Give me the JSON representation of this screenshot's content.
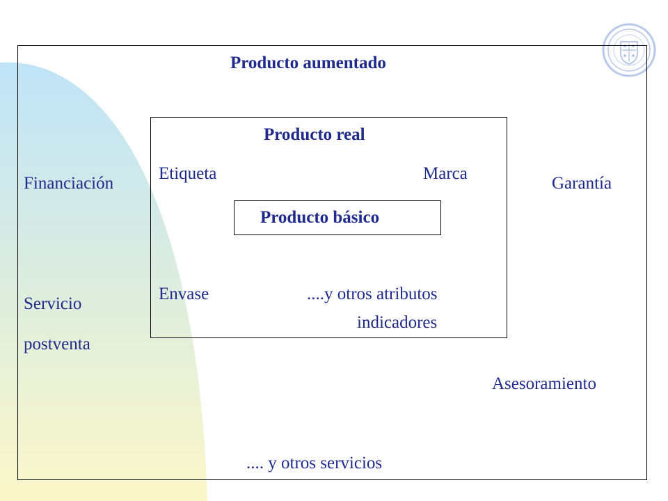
{
  "colors": {
    "text": "#1f2a8c",
    "frame": "#000000",
    "gradient_top": "#bfe3f7",
    "gradient_bottom": "#fbf7c9",
    "seal": "#b9c8ea"
  },
  "outer": {
    "title": "Producto aumentado",
    "left_items": [
      "Financiación",
      "Servicio",
      "postventa"
    ],
    "right_items": [
      "Garantía",
      "Asesoramiento"
    ],
    "footer": ".... y otros servicios"
  },
  "middle": {
    "title": "Producto real",
    "items": [
      "Etiqueta",
      "Marca",
      "Envase",
      "....y otros atributos",
      "indicadores"
    ]
  },
  "inner": {
    "title": "Producto básico"
  },
  "icons": {
    "seal": "university-seal-icon"
  }
}
